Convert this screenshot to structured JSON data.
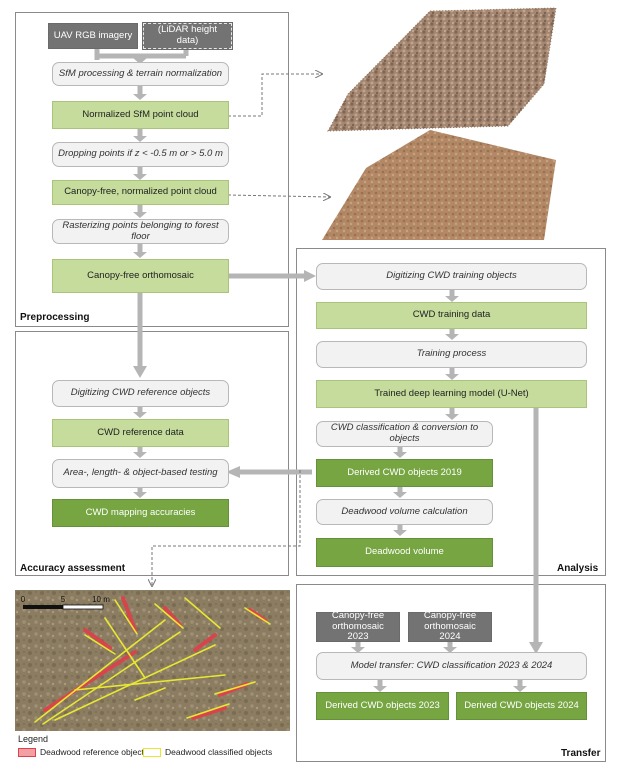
{
  "panels": {
    "preprocessing": "Preprocessing",
    "accuracy": "Accuracy assessment",
    "analysis": "Analysis",
    "transfer": "Transfer"
  },
  "pre": {
    "uav": "UAV RGB imagery",
    "lidar": "(LiDAR height data)",
    "sfm": "SfM processing & terrain normalization",
    "norm_cloud": "Normalized SfM point cloud",
    "dropping": "Dropping points if z < -0.5 m or > 5.0 m",
    "canopy_cloud": "Canopy-free, normalized point cloud",
    "rasterizing": "Rasterizing points belonging to forest floor",
    "orthomosaic": "Canopy-free orthomosaic"
  },
  "acc": {
    "digitizing_ref": "Digitizing CWD reference objects",
    "ref_data": "CWD reference data",
    "testing": "Area-, length- & object-based testing",
    "accuracies": "CWD mapping accuracies"
  },
  "ana": {
    "digitizing_train": "Digitizing CWD training objects",
    "train_data": "CWD training data",
    "training": "Training process",
    "model": "Trained deep learning model (U-Net)",
    "classification": "CWD classification & conversion to objects",
    "derived_2019": "Derived CWD objects 2019",
    "volume_calc": "Deadwood volume calculation",
    "volume": "Deadwood volume"
  },
  "trans": {
    "ortho_2023": "Canopy-free orthomosaic 2023",
    "ortho_2024": "Canopy-free orthomosaic 2024",
    "model_transfer": "Model transfer: CWD classification 2023 & 2024",
    "derived_2023": "Derived CWD objects 2023",
    "derived_2024": "Derived CWD objects 2024"
  },
  "map": {
    "scale_0": "0",
    "scale_5": "5",
    "scale_10": "10 m"
  },
  "legend": {
    "title": "Legend",
    "ref": "Deadwood reference objects",
    "cls": "Deadwood classified objects"
  },
  "colors": {
    "light_green": "#c5dc9c",
    "dark_green": "#76a542",
    "gray_box": "#737373",
    "reference_red": "#e0404a",
    "classified_yellow": "#e8e832"
  }
}
